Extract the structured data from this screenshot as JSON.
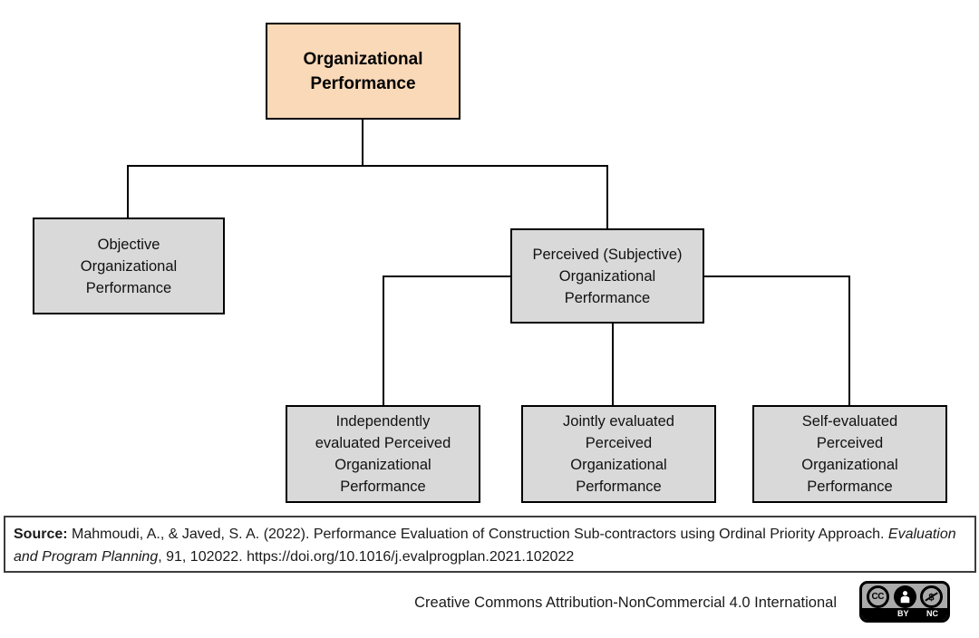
{
  "diagram": {
    "nodes": [
      {
        "label": "Organizational\nPerformance"
      },
      {
        "label": "Objective\nOrganizational\nPerformance"
      },
      {
        "label": "Perceived (Subjective)\nOrganizational\nPerformance"
      },
      {
        "label": "Independently\nevaluated Perceived\nOrganizational\nPerformance"
      },
      {
        "label": "Jointly evaluated\nPerceived\nOrganizational\nPerformance"
      },
      {
        "label": "Self-evaluated\nPerceived\nOrganizational\nPerformance"
      }
    ],
    "colors": {
      "root_fill": "#FAD9B8",
      "child_fill": "#D9D9D9",
      "line": "#000000"
    }
  },
  "source": {
    "label": "Source:",
    "text_before_italic": " Mahmoudi, A., & Javed, S. A. (2022). Performance Evaluation of Construction Sub-contractors using Ordinal Priority Approach. ",
    "journal_italic": "Evaluation and Program Planning",
    "text_after_italic": ", 91, 102022. https://doi.org/10.1016/j.evalprogplan.2021.102022"
  },
  "license": {
    "text": "Creative Commons Attribution-NonCommercial 4.0 International",
    "badge": {
      "cc_label": "CC",
      "by_label": "BY",
      "nc_label": "NC"
    }
  }
}
